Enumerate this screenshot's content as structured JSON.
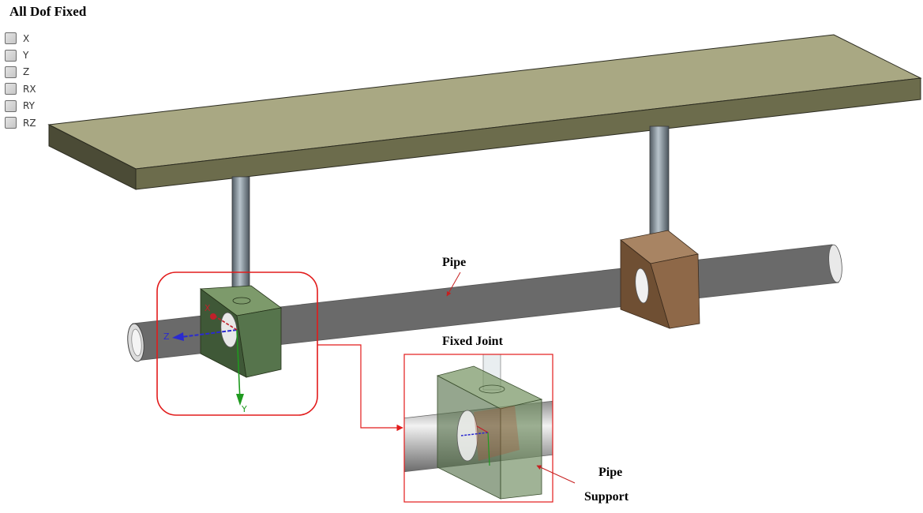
{
  "legend": {
    "title": "All Dof Fixed",
    "items": [
      {
        "label": "X"
      },
      {
        "label": "Y"
      },
      {
        "label": "Z"
      },
      {
        "label": "RX"
      },
      {
        "label": "RY"
      },
      {
        "label": "RZ"
      }
    ]
  },
  "annotations": {
    "pipe": "Pipe",
    "fixed_joint": "Fixed Joint",
    "pipe_support_line1": "Pipe",
    "pipe_support_line2": "Support"
  },
  "axes": {
    "x": "X",
    "y": "Y",
    "z": "Z"
  },
  "colors": {
    "plate_top": "#a9a883",
    "plate_front": "#6c6c4c",
    "plate_side": "#4b4b36",
    "support_left": "#56744c",
    "support_right": "#8e6848",
    "highlight": "#e21b1b",
    "axis_x": "#c0202a",
    "axis_y": "#1f9a1f",
    "axis_z": "#2a2ad0"
  }
}
